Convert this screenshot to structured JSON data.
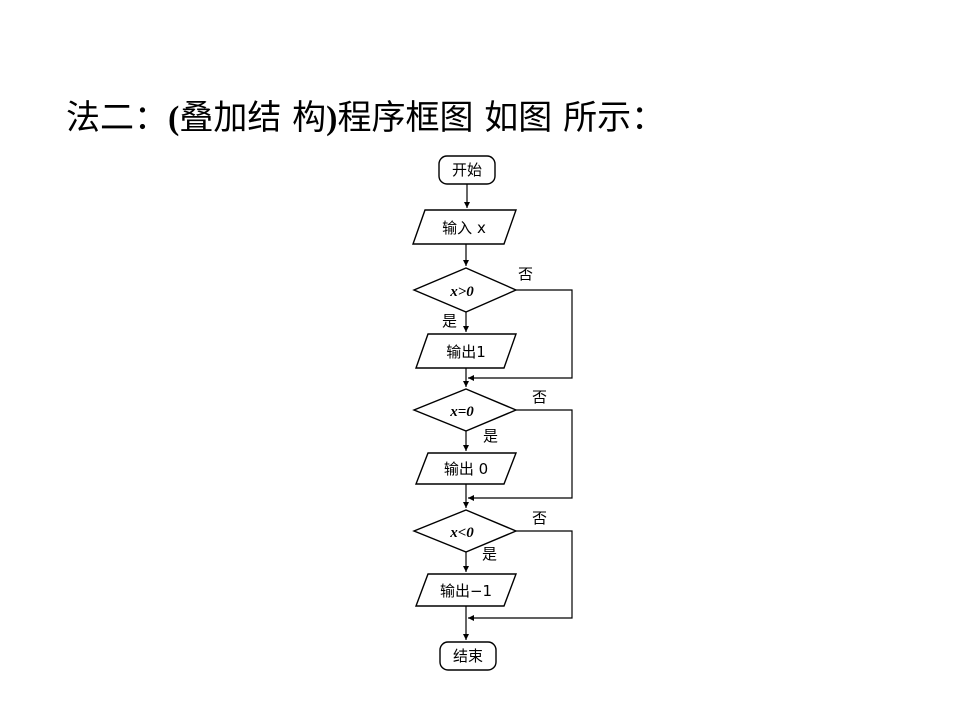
{
  "title": {
    "prefix": "法二：",
    "paren_open": "(",
    "middle": "叠加结 构",
    "paren_close": ")",
    "suffix": "程序框图 如图 所示："
  },
  "flowchart": {
    "start": "开始",
    "input": "输入 x",
    "decision1": "x>0",
    "output1": "输出1",
    "decision2": "x=0",
    "output2": "输出 0",
    "decision3": "x<0",
    "output3": "输出−1",
    "end": "结束",
    "yes_label": "是",
    "no_label": "否"
  }
}
